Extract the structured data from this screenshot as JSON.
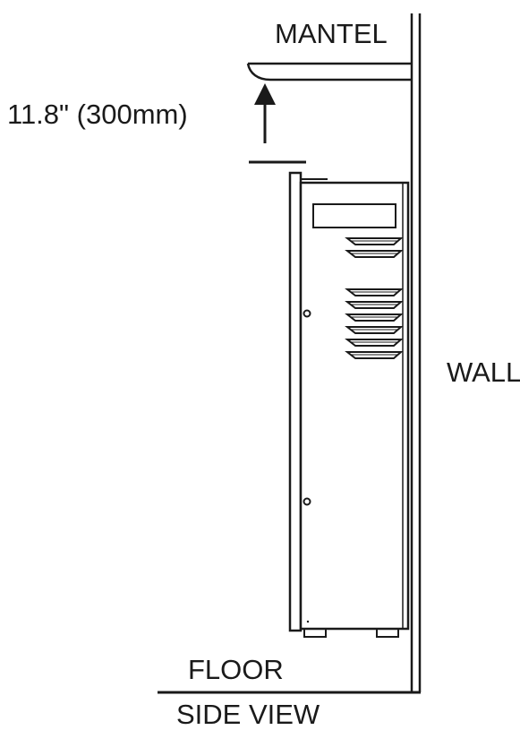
{
  "labels": {
    "mantel": "MANTEL",
    "clearance": "11.8\" (300mm)",
    "wall": "WALL",
    "floor": "FLOOR",
    "view": "SIDE VIEW"
  },
  "louvers": {
    "upper_count": 2,
    "lower_count": 6
  },
  "colors": {
    "line": "#1a1a1a",
    "background": "#ffffff"
  }
}
